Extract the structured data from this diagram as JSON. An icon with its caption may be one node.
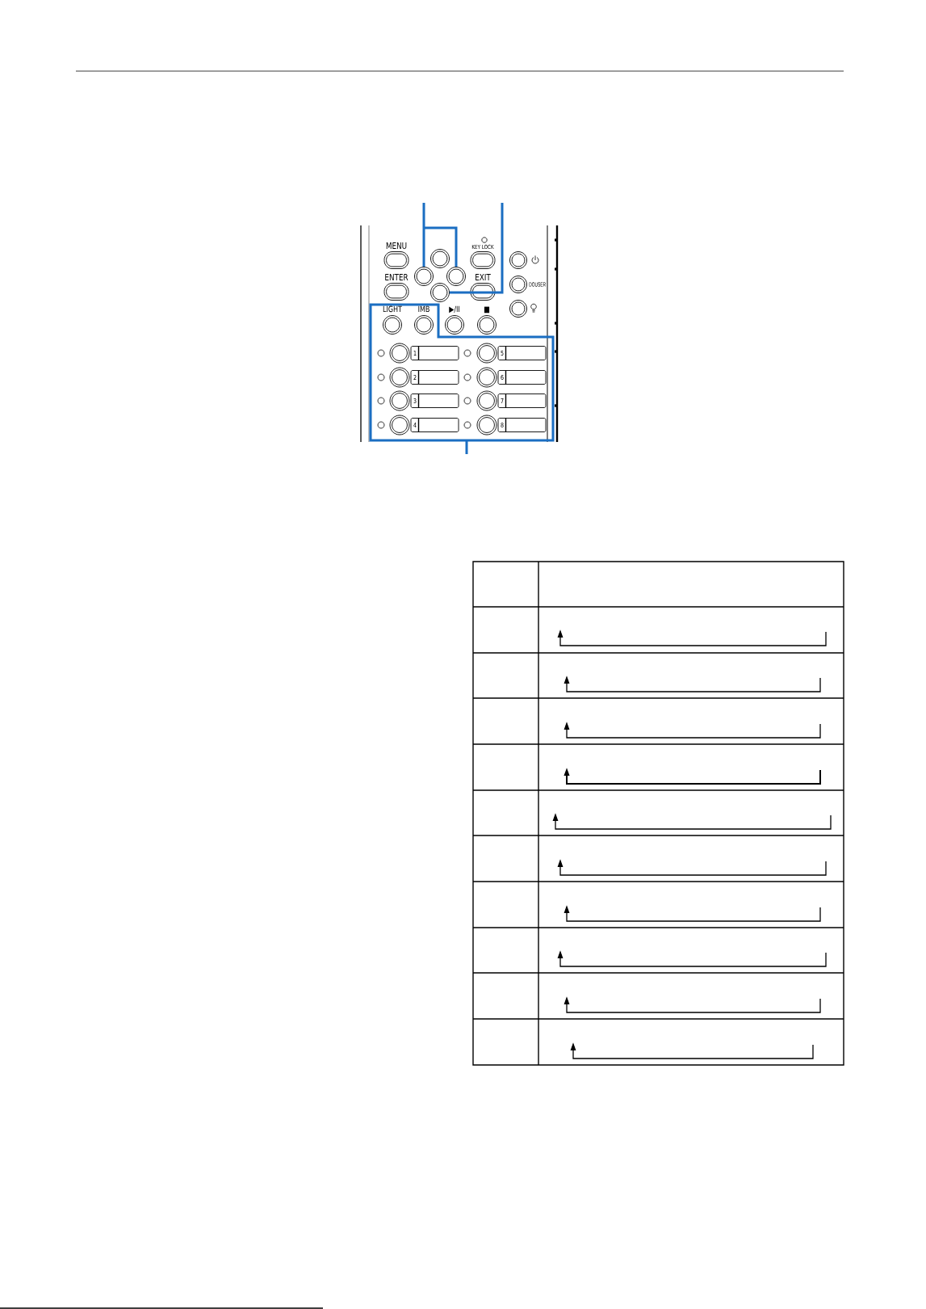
{
  "diagram": {
    "nodes": [
      {
        "text": [
          "MENU"
        ]
      },
      {
        "text": [],
        "shape": "circle"
      },
      {
        "text": [
          "KEY LOCK"
        ]
      },
      {
        "text": [],
        "shape": "circle"
      },
      {
        "text": [],
        "shape": "circle"
      },
      {
        "text": [],
        "shape": "circle"
      },
      {
        "text": [],
        "shape": "circle",
        "beside": [
          "DOUSER"
        ]
      },
      {
        "text": [
          "ENTER"
        ]
      },
      {
        "text": [],
        "shape": "circle"
      },
      {
        "text": [
          "EXIT"
        ]
      },
      {
        "text": [],
        "shape": "circle"
      },
      {
        "text": [],
        "shape": "box"
      },
      {
        "text": [
          "LIGHT"
        ],
        "in": 11
      },
      {
        "text": [
          "IMB"
        ],
        "in": 11
      },
      {
        "text": [
          "▶/II"
        ]
      },
      {
        "text": [
          "■"
        ]
      },
      {
        "text": [],
        "shape": "circle",
        "in": 11
      },
      {
        "text": [
          "1"
        ],
        "in": 11
      },
      {
        "text": [],
        "shape": "circle",
        "in": 11
      },
      {
        "text": [
          "5"
        ],
        "in": 11
      },
      {
        "text": [],
        "shape": "circle",
        "in": 11
      },
      {
        "text": [
          "2"
        ],
        "in": 11
      },
      {
        "text": [],
        "shape": "circle",
        "in": 11
      },
      {
        "text": [
          "6"
        ],
        "in": 11
      },
      {
        "text": [],
        "shape": "circle",
        "in": 11
      },
      {
        "text": [
          "3"
        ],
        "in": 11
      },
      {
        "text": [],
        "shape": "circle",
        "in": 11
      },
      {
        "text": [
          "7"
        ],
        "in": 11
      },
      {
        "text": [],
        "shape": "circle",
        "in": 11
      },
      {
        "text": [
          "4"
        ],
        "in": 11
      },
      {
        "text": [],
        "shape": "circle",
        "in": 11
      },
      {
        "text": [
          "8"
        ],
        "in": 11
      }
    ],
    "edges": [
      {
        "from": null,
        "to": 4,
        "arrow": "none"
      },
      {
        "from": null,
        "to": 5,
        "arrow": "none"
      },
      {
        "from": null,
        "to": 8,
        "arrow": "none"
      },
      {
        "from": null,
        "to": 11,
        "arrow": "none"
      }
    ]
  }
}
